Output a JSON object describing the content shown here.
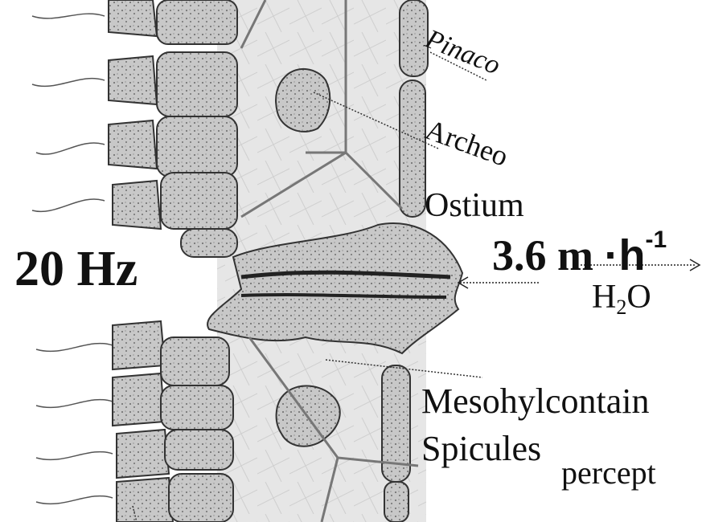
{
  "labels": {
    "frequency": "20 Hz",
    "flow_value": "3.6 m",
    "flow_dot": "·",
    "flow_unit_h": "h",
    "flow_exponent": "-1",
    "water_h": "H",
    "water_sub": "2",
    "water_o": "O",
    "pinaco": "Pinaco",
    "archeo": "Archeo",
    "ostium": "Ostium",
    "meso": "Mesohylcontain",
    "spicules": "Spicules",
    "percept": "percept"
  },
  "colors": {
    "ink": "#1a1a1a",
    "cell_fill": "#c9c9c9",
    "mesohyl_fill": "#e4e4e4"
  }
}
